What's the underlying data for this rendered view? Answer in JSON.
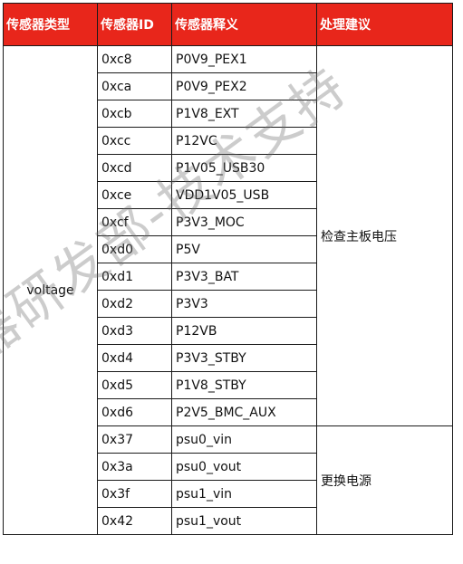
{
  "table": {
    "headers": [
      "传感器类型",
      "传感器ID",
      "传感器释义",
      "处理建议"
    ],
    "sensor_type": "voltage",
    "groups": [
      {
        "action": "检查主板电压",
        "rows": [
          {
            "id": "0xc8",
            "name": "P0V9_PEX1"
          },
          {
            "id": "0xca",
            "name": "P0V9_PEX2"
          },
          {
            "id": "0xcb",
            "name": "P1V8_EXT"
          },
          {
            "id": "0xcc",
            "name": "P12VC"
          },
          {
            "id": "0xcd",
            "name": "P1V05_USB30"
          },
          {
            "id": "0xce",
            "name": "VDD1V05_USB"
          },
          {
            "id": "0xcf",
            "name": "P3V3_MOC"
          },
          {
            "id": "0xd0",
            "name": "P5V"
          },
          {
            "id": "0xd1",
            "name": "P3V3_BAT"
          },
          {
            "id": "0xd2",
            "name": "P3V3"
          },
          {
            "id": "0xd3",
            "name": "P12VB"
          },
          {
            "id": "0xd4",
            "name": "P3V3_STBY"
          },
          {
            "id": "0xd5",
            "name": "P1V8_STBY"
          },
          {
            "id": "0xd6",
            "name": "P2V5_BMC_AUX"
          }
        ]
      },
      {
        "action": "更换电源",
        "rows": [
          {
            "id": "0x37",
            "name": "psu0_vin"
          },
          {
            "id": "0x3a",
            "name": "psu0_vout"
          },
          {
            "id": "0x3f",
            "name": "psu1_vin"
          },
          {
            "id": "0x42",
            "name": "psu1_vout"
          }
        ]
      }
    ]
  },
  "watermark": "器研发部-技术支持",
  "colors": {
    "header_bg": "#e8261b",
    "header_text": "#ffffff",
    "border": "#1a1a1a"
  }
}
